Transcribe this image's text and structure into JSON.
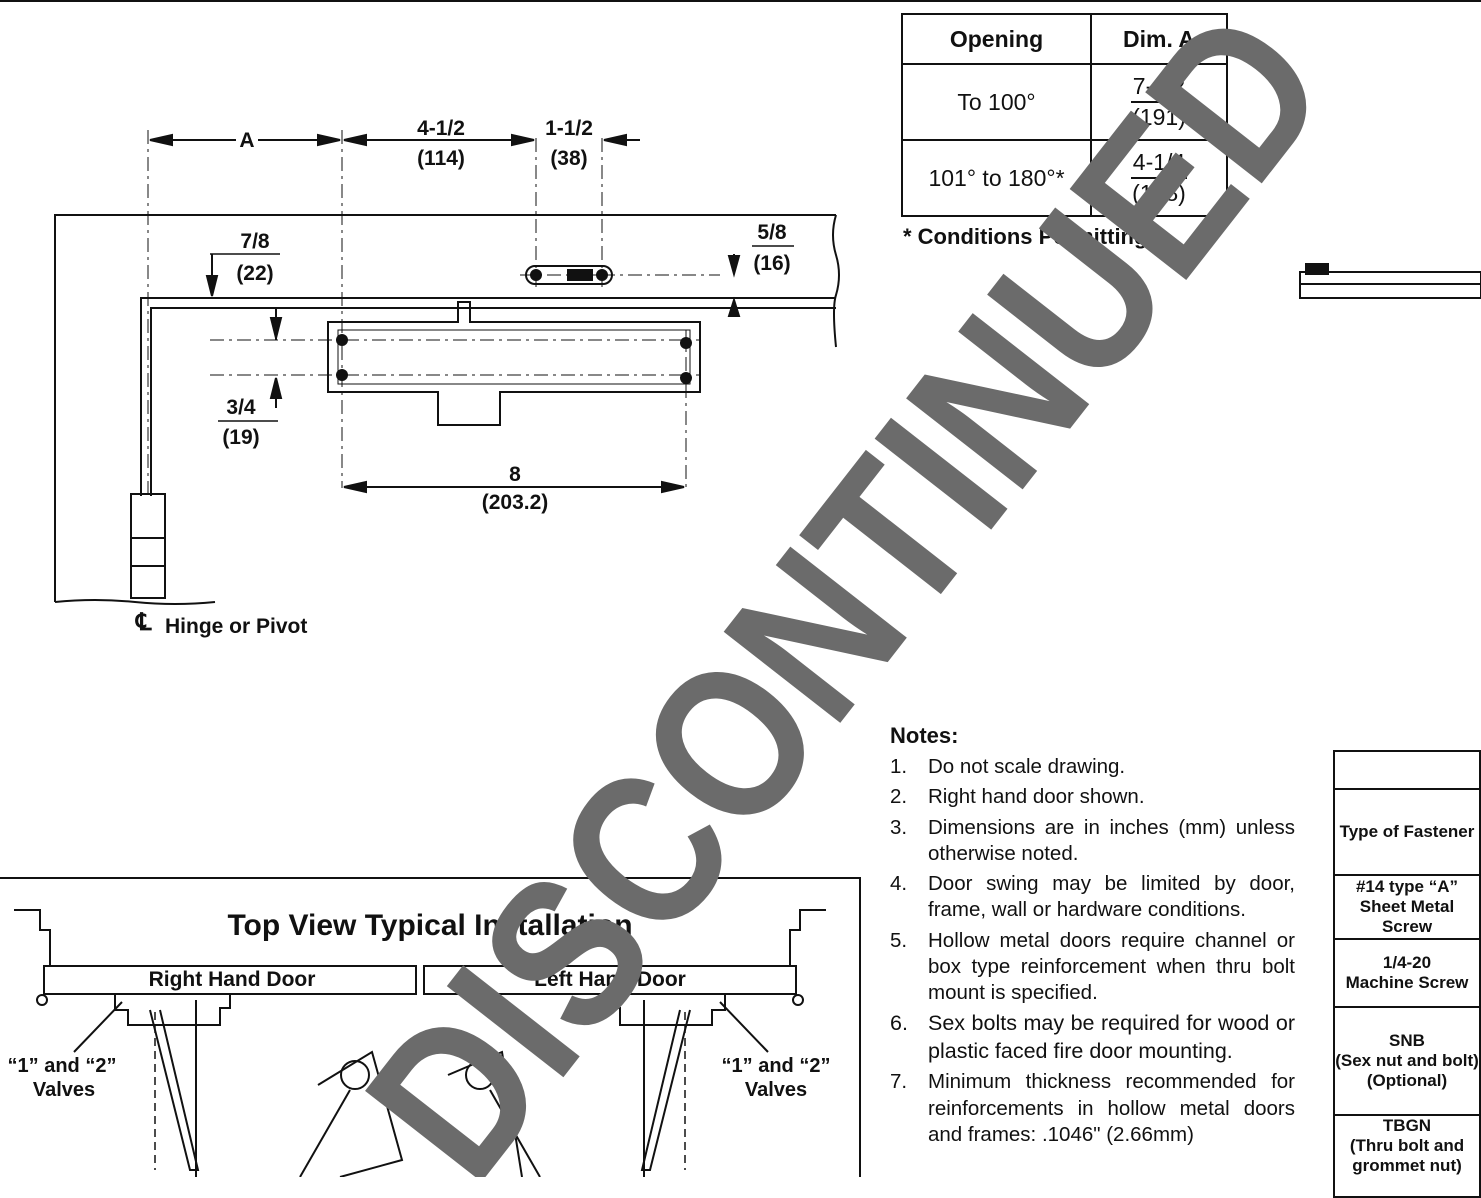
{
  "dimensions": {
    "a": "A",
    "d1_in": "4-1/2",
    "d1_mm": "(114)",
    "d2_in": "1-1/2",
    "d2_mm": "(38)",
    "d3_in": "7/8",
    "d3_mm": "(22)",
    "d4_in": "5/8",
    "d4_mm": "(16)",
    "d5_in": "3/4",
    "d5_mm": "(19)",
    "d6_in": "8",
    "d6_mm": "(203.2)"
  },
  "hinge_label": "Hinge or Pivot",
  "opening_table": {
    "headers": [
      "Opening",
      "Dim. A"
    ],
    "rows": [
      {
        "opening": "To 100°",
        "dim_in": "7-1/2",
        "dim_mm": "(191)"
      },
      {
        "opening": "101° to 180°*",
        "dim_in": "4-1/4",
        "dim_mm": "(108)"
      }
    ]
  },
  "conditions_note": "* Conditions Permitting",
  "top_view": {
    "title": "Top View Typical Installation",
    "right_door": "Right Hand Door",
    "left_door": "Left Hand Door",
    "valves_left": "“1” and “2”",
    "valves_left_2": "Valves",
    "valves_right": "“1” and “2”",
    "valves_right_2": "Valves"
  },
  "notes": {
    "heading": "Notes:",
    "items": [
      {
        "num": "1.",
        "text": "Do not scale drawing."
      },
      {
        "num": "2.",
        "text": "Right hand door shown."
      },
      {
        "num": "3.",
        "text": "Dimensions are in inches (mm) unless otherwise noted."
      },
      {
        "num": "4.",
        "text": "Door swing may be limited by door, frame, wall or hardware conditions."
      },
      {
        "num": "5.",
        "text": "Hollow metal doors require channel or box type reinforcement when thru bolt mount is specified."
      },
      {
        "num": "6.",
        "text": "Sex bolts may be required for wood or plastic faced fire door mounting."
      },
      {
        "num": "7.",
        "text": "Minimum thickness recommended for reinforcements in hollow metal doors and frames: .1046\" (2.66mm)"
      }
    ]
  },
  "fastener_table": {
    "header": "Type of Fastener",
    "rows": [
      {
        "line1": "#14 type “A”",
        "line2": "Sheet Metal Screw"
      },
      {
        "line1": "1/4-20",
        "line2": "Machine Screw"
      },
      {
        "line1": "SNB",
        "line2": "(Sex nut and bolt)",
        "line3": "(Optional)"
      },
      {
        "line1": "TBGN",
        "line2": "(Thru bolt and",
        "line3": "grommet nut)"
      }
    ]
  },
  "watermark": "DISCONTINUED",
  "colors": {
    "ink": "#111111",
    "watermark": "#6b6b6b"
  }
}
